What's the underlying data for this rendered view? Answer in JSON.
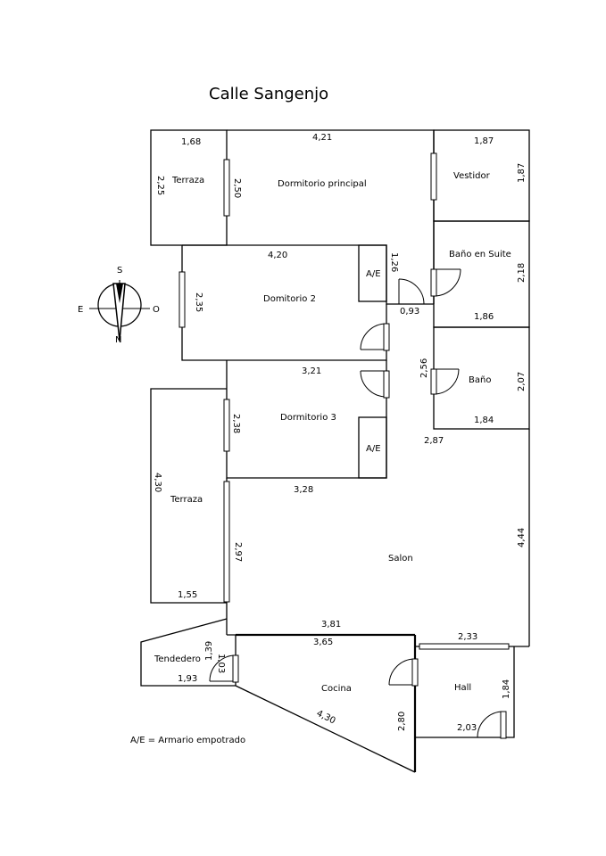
{
  "title": "Calle Sangenjo",
  "legend": "A/E = Armario empotrado",
  "compass": {
    "s": "S",
    "e": "E",
    "o": "O",
    "n": "N"
  },
  "rooms": {
    "terraza_top": "Terraza",
    "dormitorio_principal": "Dormitorio principal",
    "vestidor": "Vestidor",
    "dormitorio_2": "Domitorio 2",
    "bano_suite": "Baño en Suite",
    "bano": "Baño",
    "dormitorio_3": "Dormitorio 3",
    "terraza_left": "Terraza",
    "salon": "Salon",
    "tendedero": "Tendedero",
    "cocina": "Cocina",
    "hall": "Hall",
    "ae_1": "A/E",
    "ae_2": "A/E"
  },
  "dimensions": {
    "d_1_68": "1,68",
    "d_4_21": "4,21",
    "d_1_87_top": "1,87",
    "d_1_87_side": "1,87",
    "d_2_25": "2,25",
    "d_2_50": "2,50",
    "d_4_20": "4,20",
    "d_1_26": "1,26",
    "d_2_35": "2,35",
    "d_0_93": "0,93",
    "d_2_18": "2,18",
    "d_1_86": "1,86",
    "d_2_56": "2,56",
    "d_2_07": "2,07",
    "d_3_21": "3,21",
    "d_1_84_bano": "1,84",
    "d_2_38": "2,38",
    "d_2_87": "2,87",
    "d_4_30_terraza": "4,30",
    "d_3_28": "3,28",
    "d_4_44": "4,44",
    "d_2_97": "2,97",
    "d_1_55": "1,55",
    "d_3_81": "3,81",
    "d_2_33": "2,33",
    "d_3_65": "3,65",
    "d_1_39": "1,39",
    "d_1_03": "1,03",
    "d_1_84_hall": "1,84",
    "d_1_93": "1,93",
    "d_2_80": "2,80",
    "d_4_30_cocina": "4,30",
    "d_2_03": "2,03"
  }
}
